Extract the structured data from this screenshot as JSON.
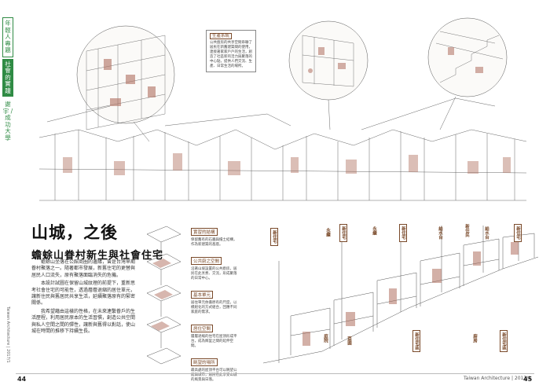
{
  "sidebar": {
    "section_label": "年輕人專題",
    "section_highlight": "社會的實踐",
    "author": "謝 宇 / 成功大學"
  },
  "side_magazine": "Taiwan Architecture | 2017/1",
  "drawing_notes": {
    "note1_tag": "生產系統",
    "note1_text": "公共廚房的共享空間串聯了居民在新舊建築間的使用，連接著家家戶戶的生活，創造了社區新的活力與聚落的中心點，提供人們交流、生產、日常生活的場所。",
    "note2_tag": "",
    "note2_text": ""
  },
  "title": {
    "main": "山城，之後",
    "sub": "蟾蜍山眷村新生與社會住宅"
  },
  "body": {
    "p1": "蟾蜍山坐落在公館商圈的邊緣，曾是台灣早期眷村聚落之一。隨著都市發展，新舊住宅的更替與居民人口流失，原有聚落面臨消失的危機。",
    "p2": "本設計試圖在保留山城紋理的前提下，重新思考社會住宅的可能性，透過層層退縮的居住單元，讓新住民與舊居民共享生活，延續聚落原有的緊密關係。",
    "p3": "我希望藉由這樣的性格，在未來連繫眷戶的生活歷程，利用居民原本的生活習慣，創造公共空間與私人空間之間的彈性，讓新與舊得以對話，使山城在時間的推移下持續生長。"
  },
  "legend": [
    {
      "tag": "實習的結構",
      "text": "保留舊有的石牆與擋土結構，作為新建築的基座。"
    },
    {
      "tag": "公共廚之空間",
      "text": "沿著山坡設置的公共廚房，居民在此烹煮、交流，形成聚落的日常中心。"
    },
    {
      "tag": "基本單元",
      "text": "居住單元依循原有的尺度，以模組化的方式組合，回應不同家庭的需求。"
    },
    {
      "tag": "居住空間",
      "text": "層層退縮的住宅在屋頂形成平台，成為鄰里之間的延伸空間。"
    },
    {
      "tag": "眺望的場所",
      "text": "最高處的屋頂平台可以眺望公館與城市，居民在此享受山城的風景與日落。"
    }
  ],
  "section_labels": {
    "l1": "新住宅",
    "l2": "永續",
    "l3": "新住宅",
    "l4": "永續",
    "l5": "新住宅",
    "l6": "給水台",
    "l7": "新住民",
    "l8": "給水台",
    "l9": "新住宅",
    "bottom1": "庭院",
    "bottom2": "菜圃",
    "bottom3": "新住宅區",
    "bottom4": "廚房",
    "bottom5": "新住宅區"
  },
  "footer": {
    "left_page": "44",
    "right_page": "45",
    "right_mag": "Taiwan Architecture | 2017/1"
  },
  "colors": {
    "accent_green": "#2f8b44",
    "label_brown": "#7a4a2a",
    "sketch_red": "#b07060"
  }
}
